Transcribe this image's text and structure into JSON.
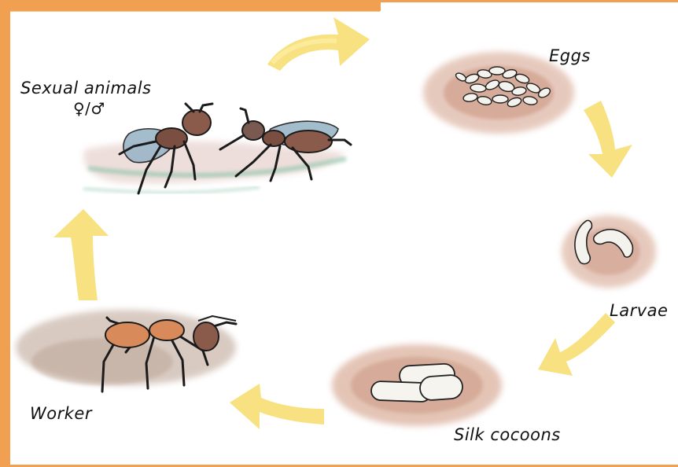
{
  "stages": {
    "sexual": {
      "label": "Sexual animals",
      "symbols": "♀/♂"
    },
    "eggs": {
      "label": "Eggs"
    },
    "larvae": {
      "label": "Larvae"
    },
    "cocoons": {
      "label": "Silk cocoons"
    },
    "worker": {
      "label": "Worker"
    }
  },
  "colors": {
    "frame": "#f0a050",
    "arrow": "#f7e07a",
    "soil": "#c98a6e",
    "ant_body": "#8a5a4a",
    "wing": "#9bb6c8",
    "ground_green": "#7fbfa0"
  }
}
